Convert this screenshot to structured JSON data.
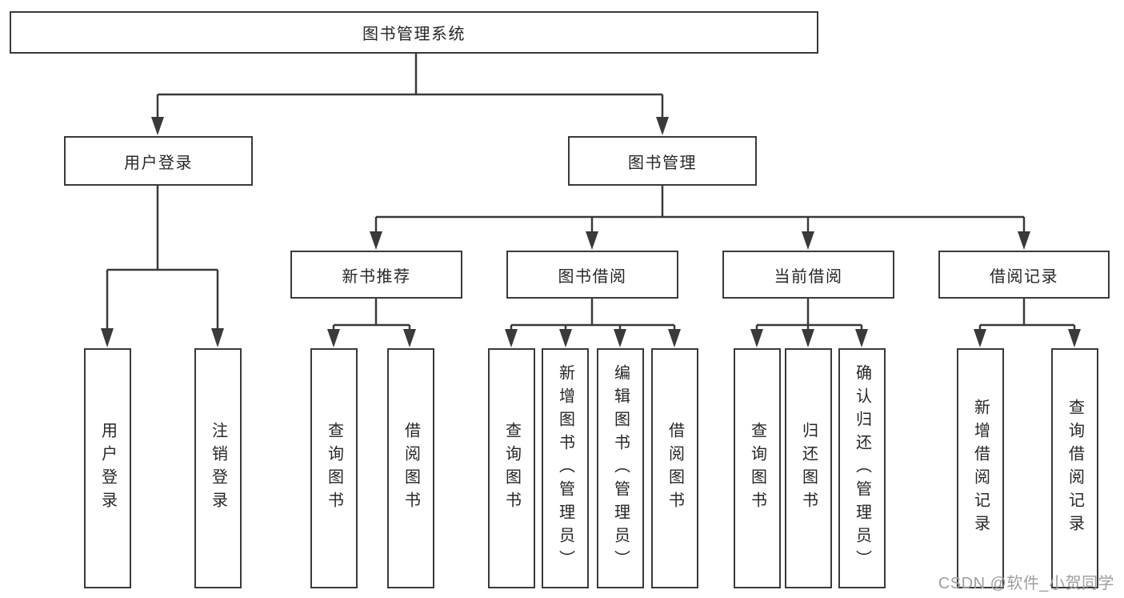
{
  "tree": {
    "root": "图书管理系统",
    "user": {
      "label": "用户登录",
      "children": [
        "用户登录",
        "注销登录"
      ]
    },
    "books": {
      "label": "图书管理",
      "groups": [
        {
          "label": "新书推荐",
          "children": [
            "查询图书",
            "借阅图书"
          ]
        },
        {
          "label": "图书借阅",
          "children": [
            "查询图书",
            "新增图书（管理员）",
            "编辑图书（管理员）",
            "借阅图书"
          ]
        },
        {
          "label": "当前借阅",
          "children": [
            "查询图书",
            "归还图书",
            "确认归还（管理员）"
          ]
        },
        {
          "label": "借阅记录",
          "children": [
            "新增借阅记录",
            "查询借阅记录"
          ]
        }
      ]
    }
  },
  "colors": {
    "line": "#3a3a3a",
    "text": "#262626",
    "watermark": "#9e9e9e",
    "background": "#ffffff"
  },
  "watermark": "CSDN @软件_小贺同学"
}
